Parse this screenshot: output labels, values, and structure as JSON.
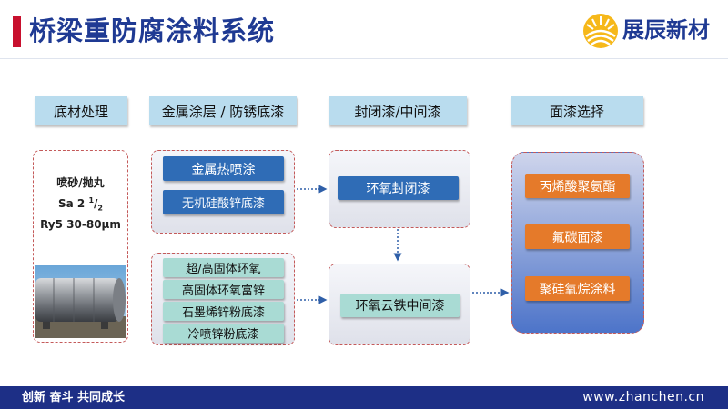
{
  "header": {
    "title": "桥梁重防腐涂料系统",
    "brand_name": "展辰新材",
    "accent_color": "#c8102e",
    "title_color": "#1f3a93"
  },
  "columns": [
    {
      "label": "底材处理"
    },
    {
      "label": "金属涂层 / 防锈底漆"
    },
    {
      "label": "封闭漆/中间漆"
    },
    {
      "label": "面漆选择"
    }
  ],
  "substrate": {
    "method": "喷砂/抛丸",
    "grade_prefix": "Sa 2",
    "grade_num": "1",
    "grade_den": "2",
    "roughness": "Ry5 30-80μm",
    "image_icon": "steel-tank-photo"
  },
  "primer": {
    "metal_coatings": [
      "金属热喷涂",
      "无机硅酸锌底漆"
    ],
    "anti_rust_primers": [
      "超/高固体环氧",
      "高固体环氧富锌",
      "石墨烯锌粉底漆",
      "冷喷锌粉底漆"
    ]
  },
  "middle": {
    "sealer": "环氧封闭漆",
    "intermediate": "环氧云铁中间漆"
  },
  "topcoats": [
    "丙烯酸聚氨酯",
    "氟碳面漆",
    "聚硅氧烷涂料"
  ],
  "footer": {
    "slogan": "创新  奋斗   共同成长",
    "website": "www.zhanchen.cn",
    "color": "#1d2f86"
  }
}
